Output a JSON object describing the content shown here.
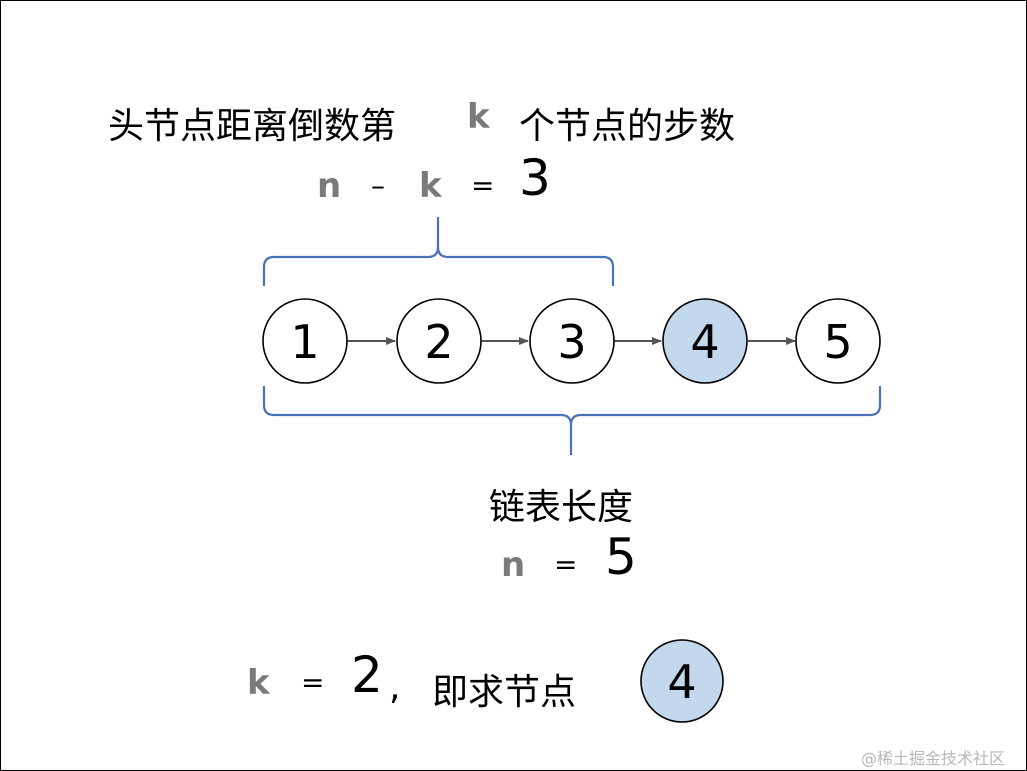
{
  "title": {
    "prefix": "头节点距离倒数第",
    "var": "k",
    "suffix": "个节点的步数"
  },
  "steps_formula": {
    "n": "n",
    "minus": "–",
    "k": "k",
    "eq": "=",
    "value": "3"
  },
  "length_label": "链表长度",
  "length_formula": {
    "n": "n",
    "eq": "=",
    "value": "5"
  },
  "k_formula": {
    "k": "k",
    "eq": "=",
    "value": "2",
    "comma": ",",
    "text": "即求节点",
    "node": "4"
  },
  "nodes": [
    {
      "label": "1",
      "highlighted": false
    },
    {
      "label": "2",
      "highlighted": false
    },
    {
      "label": "3",
      "highlighted": false
    },
    {
      "label": "4",
      "highlighted": true
    },
    {
      "label": "5",
      "highlighted": false
    }
  ],
  "colors": {
    "highlight": "#c3d7ed",
    "brace": "#4a72b8",
    "arrow": "#555555",
    "variable": "#7a7a7a"
  },
  "watermark": "@稀土掘金技术社区"
}
